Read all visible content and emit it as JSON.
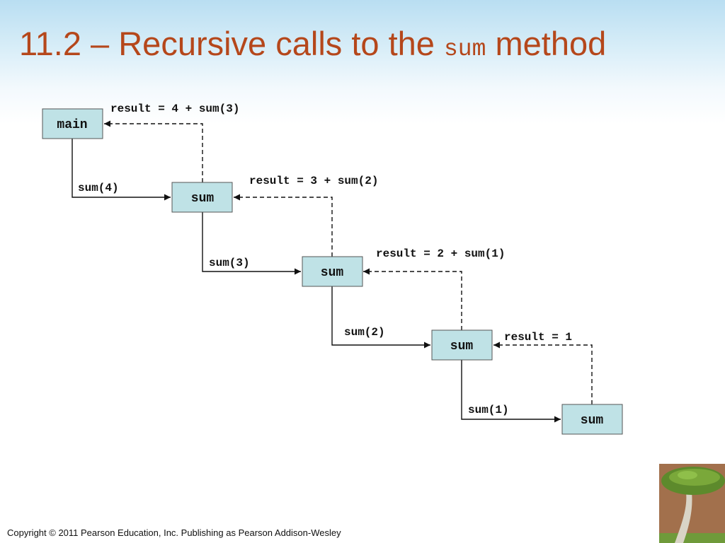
{
  "slide": {
    "title_prefix": "11.2 – Recursive calls to the ",
    "title_code": "sum",
    "title_suffix": " method",
    "copyright": "Copyright © 2011 Pearson Education, Inc. Publishing as Pearson Addison-Wesley"
  },
  "diagram": {
    "nodes": [
      {
        "id": "main",
        "label": "main"
      },
      {
        "id": "sum1",
        "label": "sum"
      },
      {
        "id": "sum2",
        "label": "sum"
      },
      {
        "id": "sum3",
        "label": "sum"
      },
      {
        "id": "sum4",
        "label": "sum"
      }
    ],
    "calls": [
      {
        "from": "main",
        "to": "sum1",
        "label": "sum(4)"
      },
      {
        "from": "sum1",
        "to": "sum2",
        "label": "sum(3)"
      },
      {
        "from": "sum2",
        "to": "sum3",
        "label": "sum(2)"
      },
      {
        "from": "sum3",
        "to": "sum4",
        "label": "sum(1)"
      }
    ],
    "returns": [
      {
        "from": "sum1",
        "to": "main",
        "label": "result = 4 + sum(3)"
      },
      {
        "from": "sum2",
        "to": "sum1",
        "label": "result = 3 + sum(2)"
      },
      {
        "from": "sum3",
        "to": "sum2",
        "label": "result = 2 + sum(1)"
      },
      {
        "from": "sum4",
        "to": "sum3",
        "label": "result = 1"
      }
    ]
  }
}
